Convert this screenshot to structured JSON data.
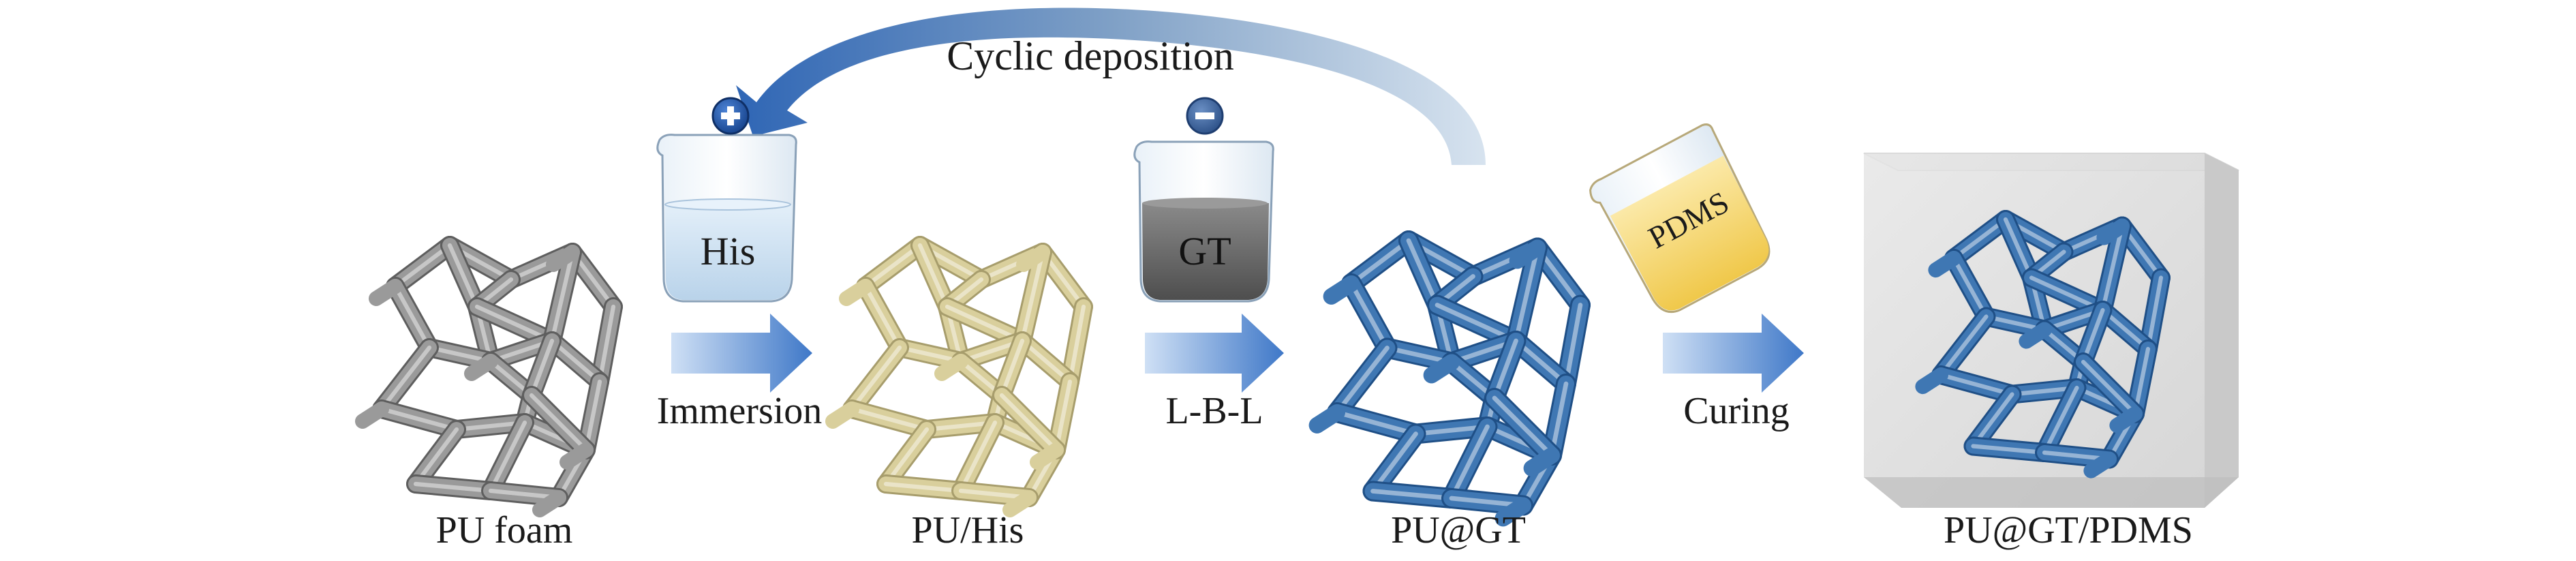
{
  "diagram": {
    "top_label": "Cyclic deposition",
    "beakers": [
      {
        "label": "His",
        "charge": "+"
      },
      {
        "label": "GT",
        "charge": "−"
      },
      {
        "label": "PDMS"
      }
    ],
    "process_labels": [
      "Immersion",
      "L-B-L",
      "Curing"
    ],
    "stages": [
      "PU foam",
      "PU/His",
      "PU@GT",
      "PU@GT/PDMS"
    ],
    "colors": {
      "pu_foam": "#9a9a9a",
      "pu_his": "#d9cf9c",
      "pu_gt": "#3f77b3",
      "arrow": "#4a84d0",
      "his_liquid": "#cfe3f3",
      "gt_liquid": "#6f6f6f",
      "pdms_liquid": "#f5d778",
      "cube": "#d9d9d9"
    }
  }
}
